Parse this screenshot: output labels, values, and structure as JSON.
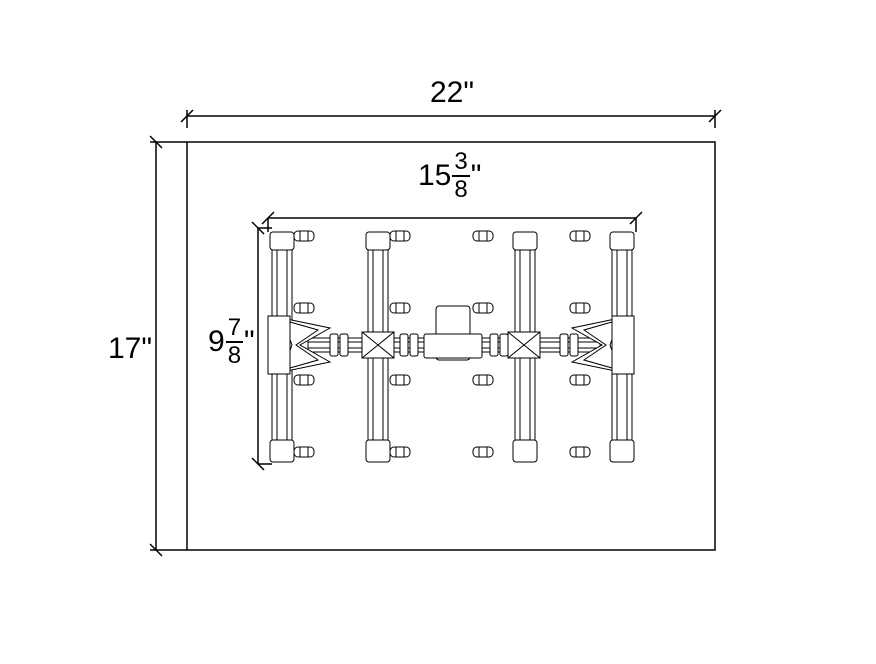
{
  "dimensions": {
    "overall_width": {
      "value": "22",
      "unit": "\""
    },
    "overall_height": {
      "value": "17",
      "unit": "\""
    },
    "fixture_width": {
      "whole": "15",
      "numerator": "3",
      "denominator": "8",
      "unit": "\""
    },
    "fixture_height": {
      "whole": "9",
      "numerator": "7",
      "denominator": "8",
      "unit": "\""
    }
  },
  "colors": {
    "line": "#000000",
    "background": "#ffffff"
  }
}
